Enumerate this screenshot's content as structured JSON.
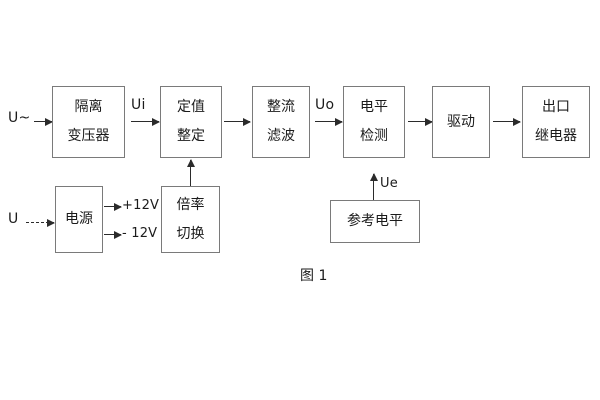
{
  "figure": {
    "caption": "图 1",
    "background": "#ffffff",
    "box_border_color": "#7a7a7a",
    "line_color": "#2b2b2b",
    "text_color": "#1b1b1b"
  },
  "blocks": [
    {
      "id": "isolation-transformer",
      "lines": [
        "隔离",
        "变压器"
      ]
    },
    {
      "id": "setting-value",
      "lines": [
        "定值",
        "整定"
      ]
    },
    {
      "id": "rectify-filter",
      "lines": [
        "整流",
        "滤波"
      ]
    },
    {
      "id": "level-detect",
      "lines": [
        "电平",
        "检测"
      ]
    },
    {
      "id": "drive",
      "lines": [
        "驱动"
      ]
    },
    {
      "id": "output-relay",
      "lines": [
        "出口",
        "继电器"
      ]
    },
    {
      "id": "power-supply",
      "lines": [
        "电源"
      ]
    },
    {
      "id": "ratio-switch",
      "lines": [
        "倍率",
        "切换"
      ]
    },
    {
      "id": "reference-level",
      "lines": [
        "参考电平"
      ]
    }
  ],
  "labels": {
    "input_ac": "U~",
    "input_dc": "U",
    "ui": "Ui",
    "uo": "Uo",
    "ue": "Ue",
    "supply_positive": "+12V",
    "supply_negative": "- 12V"
  }
}
